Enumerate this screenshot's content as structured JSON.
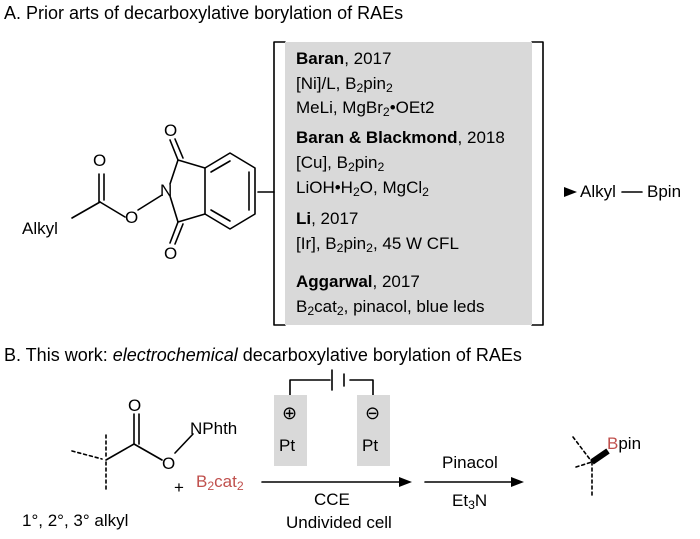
{
  "section_a": {
    "heading": "A. Prior arts of decarboxylative borylation of RAEs",
    "substrate_alkyl": "Alkyl",
    "atom_o": "O",
    "atom_n": "N",
    "product_alkyl": "Alkyl",
    "product_bpin": "Bpin",
    "entries": [
      {
        "author": "Baran",
        "year": ", 2017",
        "line1": "[Ni]/L, B",
        "line1_sub": "2",
        "line1_rest": "pin",
        "line1_sub2": "2",
        "line2": "MeLi, MgBr",
        "line2_sub": "2",
        "line2_rest": "•OEt2"
      },
      {
        "author": "Baran & Blackmond",
        "year": ", 2018",
        "line1": "[Cu], B",
        "line1_sub": "2",
        "line1_rest": "pin",
        "line1_sub2": "2",
        "line2": "LiOH•H",
        "line2_sub": "2",
        "line2_rest": "O, MgCl",
        "line2_sub2": "2"
      },
      {
        "author": "Li",
        "year": ", 2017",
        "line1": "[Ir], B",
        "line1_sub": "2",
        "line1_rest": "pin",
        "line1_sub2": "2",
        "line1_tail": ", 45 W CFL"
      },
      {
        "author": "Aggarwal",
        "year": ", 2017",
        "line1": "B",
        "line1_sub": "2",
        "line1_rest": "cat",
        "line1_sub2": "2",
        "line1_tail": ", pinacol, blue leds"
      }
    ]
  },
  "section_b": {
    "heading_pre": "B. This work: ",
    "heading_em": "electrochemical",
    "heading_post": " decarboxylative borylation of RAEs",
    "nphth": "NPhth",
    "atom_o": "O",
    "plus": "+",
    "reagent_b": "B",
    "reagent_sub1": "2",
    "reagent_cat": "cat",
    "reagent_sub2": "2",
    "anode_symbol": "⊕",
    "cathode_symbol": "⊖",
    "electrode_label": "Pt",
    "cond_line1": "CCE",
    "cond_line2": "Undivided cell",
    "step2_top": "Pinacol",
    "step2_bottom_pre": "Et",
    "step2_bottom_sub": "3",
    "step2_bottom_post": "N",
    "substrate_scope": "1°, 2°, 3° alkyl",
    "product_b": "B",
    "product_pin": "pin",
    "colors": {
      "accent": "#c0504d",
      "panel": "#d9d9d9"
    }
  }
}
